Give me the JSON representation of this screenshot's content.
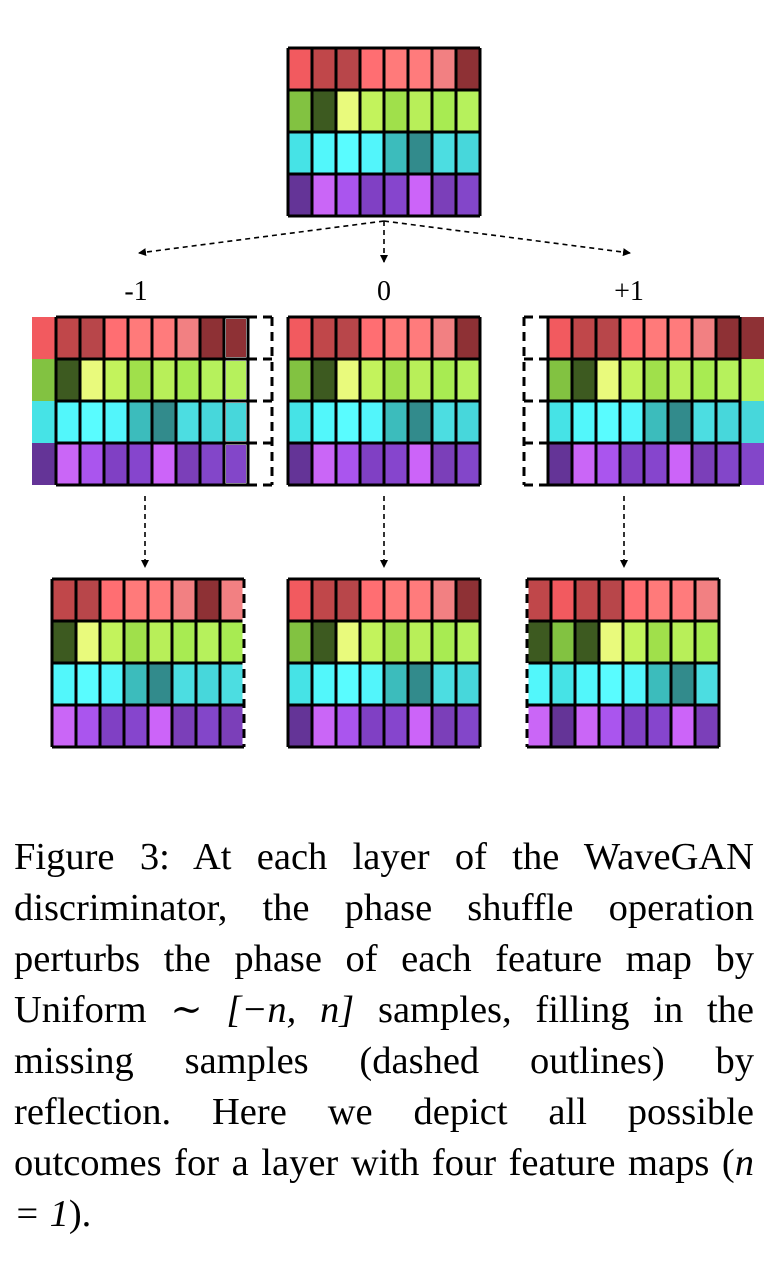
{
  "shift_labels": [
    "-1",
    "0",
    "+1"
  ],
  "shifts": [
    -1,
    0,
    1
  ],
  "feature_map_colors": [
    [
      "#f25a5f",
      "#c0474a",
      "#b8464a",
      "#ff6e72",
      "#ff7a7a",
      "#ff7b7c",
      "#f28082",
      "#8e3135"
    ],
    [
      "#82c241",
      "#3d5a20",
      "#e9fa7c",
      "#c3f35c",
      "#a0e04b",
      "#b8ef59",
      "#a8eb52",
      "#b6f15c"
    ],
    [
      "#46e3e6",
      "#52f7fb",
      "#59fcff",
      "#52f5fb",
      "#3cbcbc",
      "#328b8c",
      "#4cdde1",
      "#47d7db"
    ],
    [
      "#643497",
      "#ca66f7",
      "#aa55ee",
      "#8040c4",
      "#8645cd",
      "#cc64f9",
      "#7b3fb9",
      "#8346c9"
    ]
  ],
  "caption": {
    "prefix": "Figure 3:  At each layer of the WaveGAN discriminator, the phase shuffle operation perturbs the phase of each feature map by Uniform ",
    "math_dist": "∼ [−n, n]",
    "middle": " samples, filling in the missing samples (dashed outlines) by reflection. Here we depict all possible outcomes for a layer with four feature maps (",
    "math_n": "n = 1",
    "suffix": ")."
  }
}
